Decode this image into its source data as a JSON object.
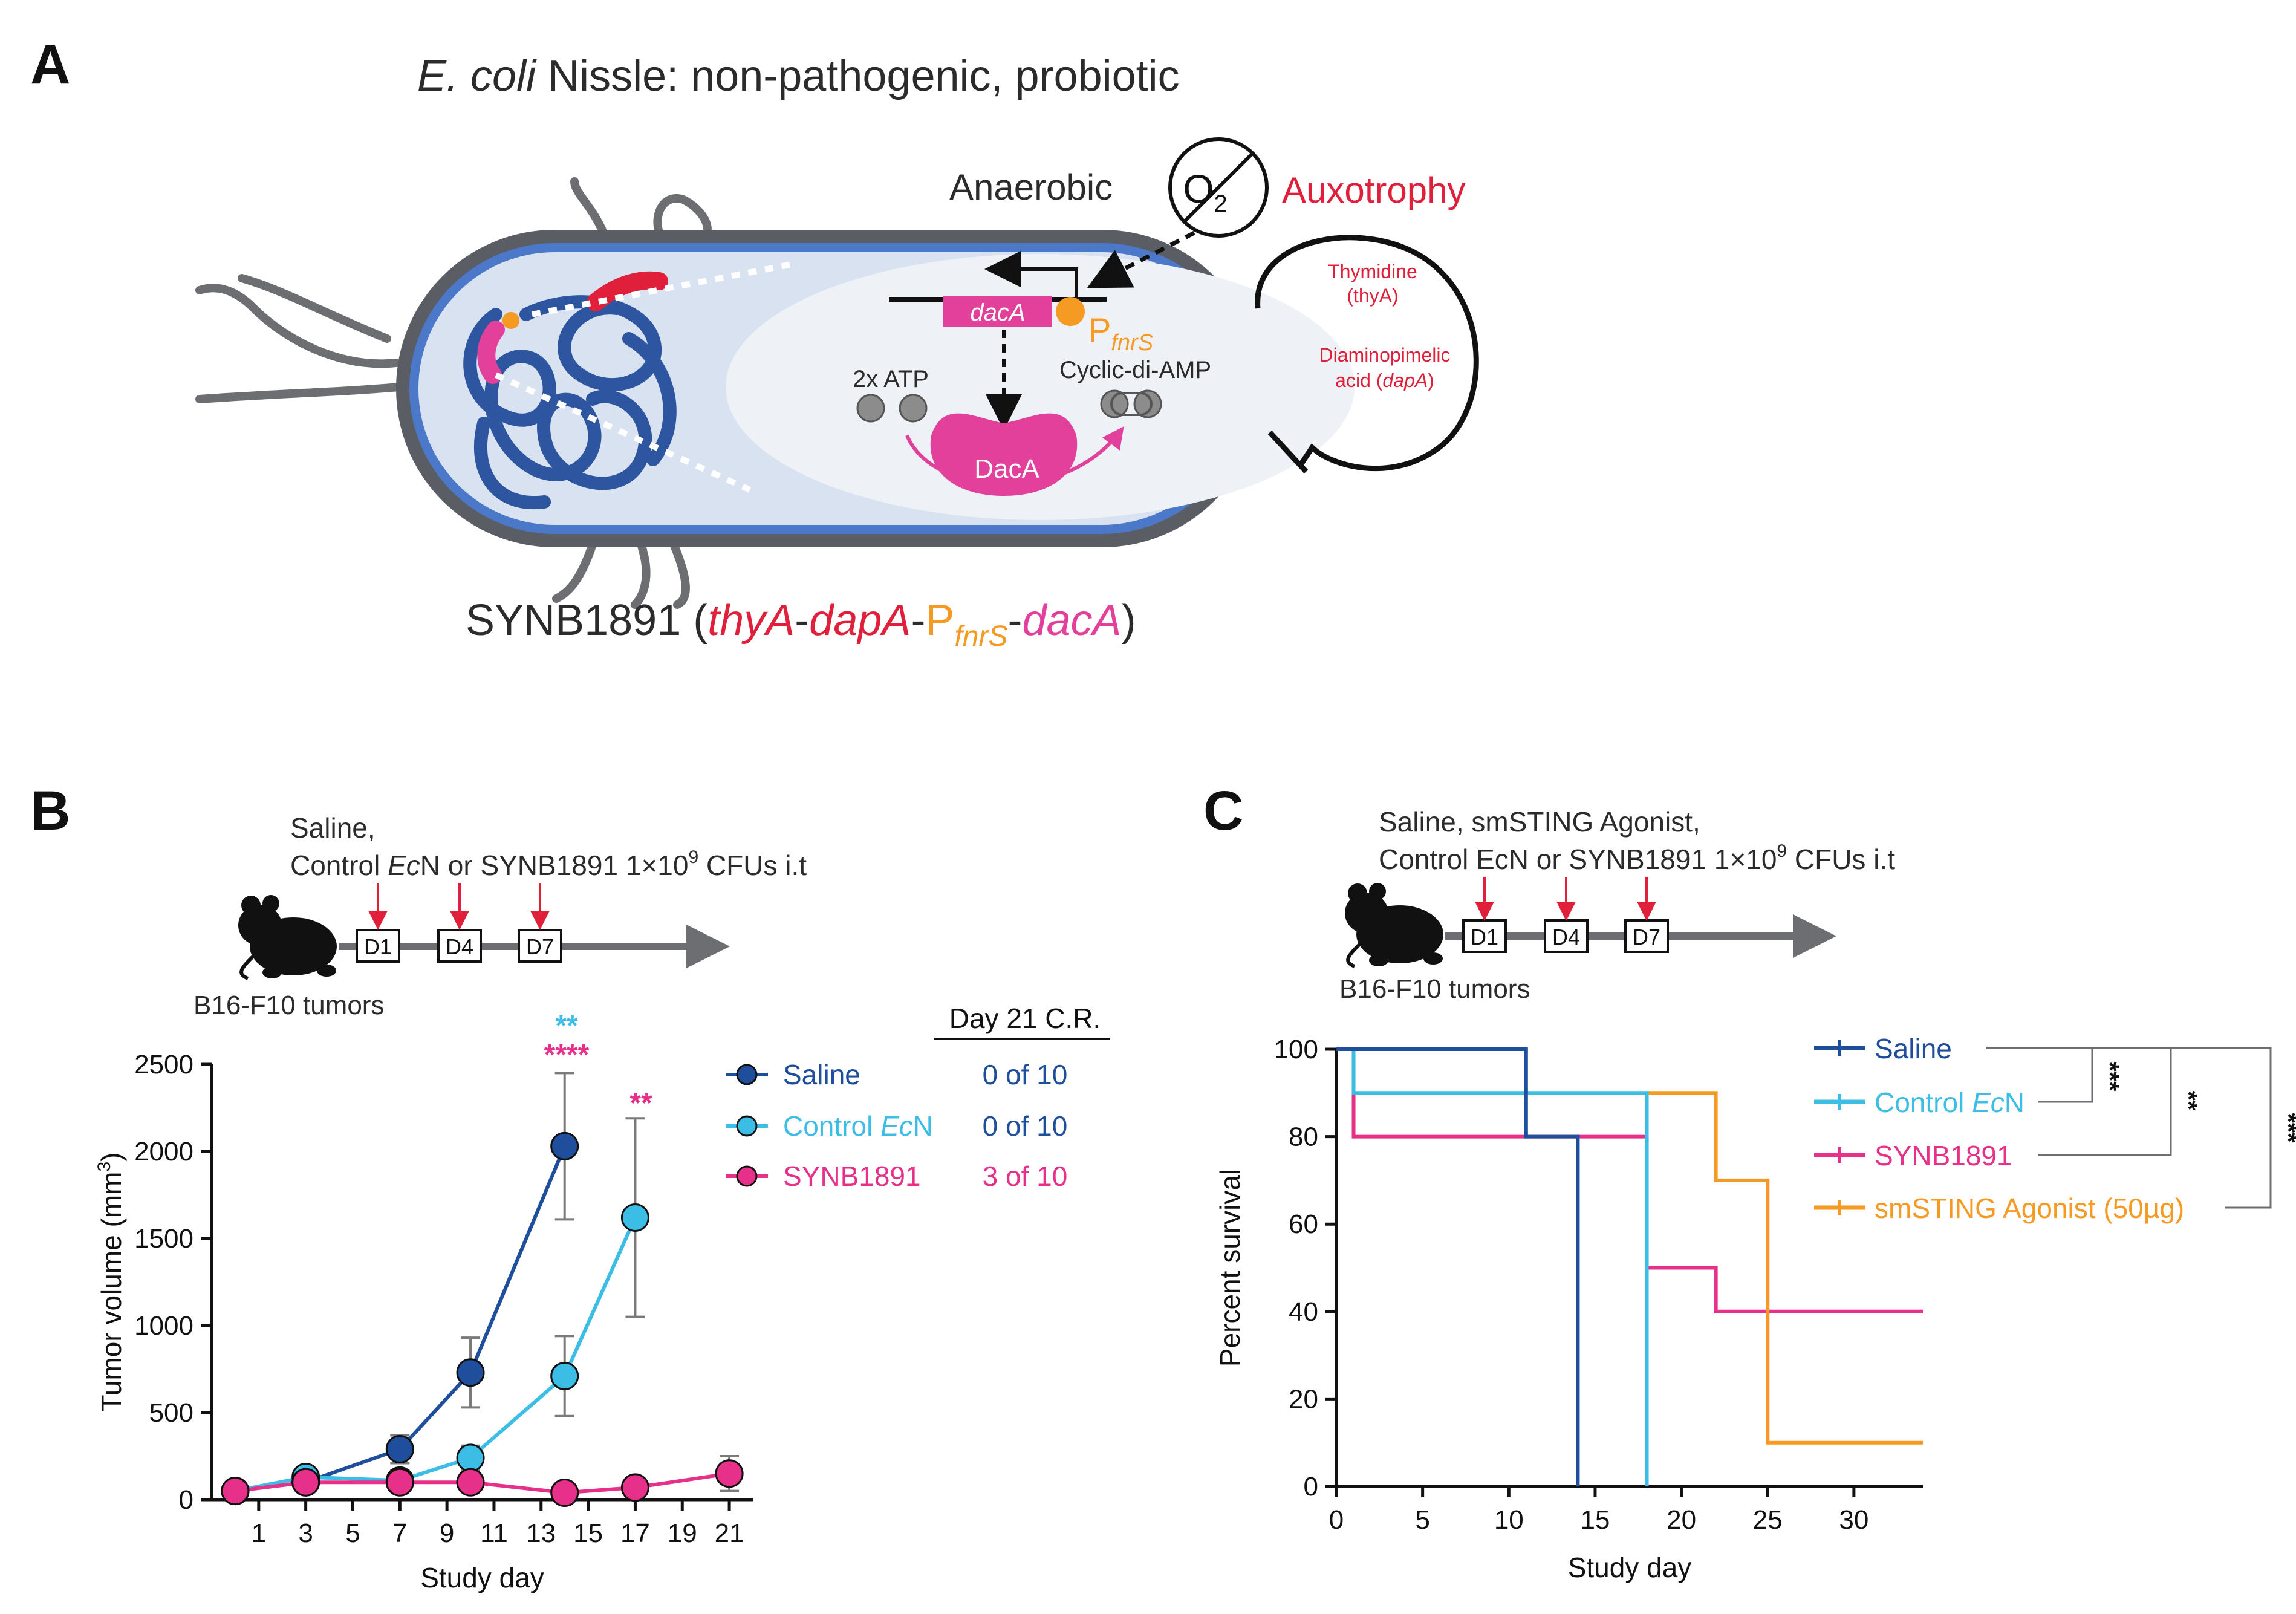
{
  "colors": {
    "saline": "#1f4e9c",
    "control": "#3bbde6",
    "synb": "#e7308a",
    "sting": "#f59a23",
    "red": "#e0203b",
    "orange": "#f59a23",
    "pink": "#e2409a",
    "cell_outer": "#5a5d63",
    "cell_blue": "#4b78c8",
    "cell_fill": "#d9e2f0",
    "dna": "#2d55a0",
    "grey": "#6d6e71"
  },
  "panelA": {
    "letter": "A",
    "title_italic": "E. coli",
    "title_rest": " Nissle: non-pathogenic, probiotic",
    "anaerobic": "Anaerobic",
    "o2": "O",
    "o2_sub": "2",
    "auxotrophy": "Auxotrophy",
    "thymidine": "Thymidine",
    "thya": "(thyA)",
    "diamino1": "Diaminopimelic",
    "diamino2_a": "acid (",
    "diamino2_b": "dapA",
    "diamino2_c": ")",
    "daca_gene": "dacA",
    "promoter_P": "P",
    "promoter_sub": "fnrS",
    "atp": "2x ATP",
    "cyclic": "Cyclic-di-AMP",
    "daca_protein": "DacA",
    "strain_name": "SYNB1891 (",
    "strain_thya": "thyA",
    "strain_dash1": "-",
    "strain_dapa": "dapA",
    "strain_dash2": "-",
    "strain_P": "P",
    "strain_Psub": "fnrS",
    "strain_dash3": "-",
    "strain_daca": "dacA",
    "strain_close": ")"
  },
  "panelB": {
    "letter": "B",
    "sched1": "Saline,",
    "sched2_a": "Control ",
    "sched2_b": "Ec",
    "sched2_c": "N or SYNB1891 1×10",
    "sched2_sup": "9",
    "sched2_d": " CFUs i.t",
    "days": [
      "D1",
      "D4",
      "D7"
    ],
    "tumor_label": "B16-F10 tumors",
    "cr_header": "Day 21 C.R.",
    "legend": [
      {
        "name": "Saline",
        "cr": "0 of 10"
      },
      {
        "name_a": "Control ",
        "name_b": "Ec",
        "name_c": "N",
        "cr": "0 of 10"
      },
      {
        "name": "SYNB1891",
        "cr": "3 of 10"
      }
    ],
    "sig_cyan": "**",
    "sig_pink1": "****",
    "sig_pink2": "**"
  },
  "panelC": {
    "letter": "C",
    "sched1": "Saline, smSTING Agonist,",
    "sched2_a": "Control EcN or SYNB1891 1×10",
    "sched2_sup": "9",
    "sched2_b": " CFUs i.t",
    "days": [
      "D1",
      "D4",
      "D7"
    ],
    "tumor_label": "B16-F10 tumors",
    "legend": [
      {
        "name": "Saline"
      },
      {
        "name_a": "Control ",
        "name_b": "Ec",
        "name_c": "N"
      },
      {
        "name": "SYNB1891"
      },
      {
        "name": "smSTING Agonist (50µg)"
      }
    ],
    "sig1": "***",
    "sig2": "**",
    "sig3": "***"
  },
  "chart_data": [
    {
      "type": "line",
      "xlabel": "Study day",
      "ylabel": "Tumor volume (mm",
      "ylabel_sup": "3",
      "ylabel_close": ")",
      "xlim": [
        -1,
        22
      ],
      "ylim": [
        0,
        2500
      ],
      "xticks": [
        1,
        3,
        5,
        7,
        9,
        11,
        13,
        15,
        17,
        19,
        21
      ],
      "yticks": [
        0,
        500,
        1000,
        1500,
        2000,
        2500
      ],
      "grid": false,
      "legend_position": "right",
      "series": [
        {
          "name": "Saline",
          "x": [
            0,
            3,
            7,
            10,
            14
          ],
          "y": [
            50,
            100,
            290,
            730,
            2030
          ],
          "err": [
            20,
            30,
            80,
            200,
            420
          ]
        },
        {
          "name": "Control EcN",
          "x": [
            0,
            3,
            7,
            10,
            14,
            17
          ],
          "y": [
            50,
            130,
            110,
            240,
            710,
            1620
          ],
          "err": [
            20,
            30,
            60,
            70,
            230,
            570
          ]
        },
        {
          "name": "SYNB1891",
          "x": [
            0,
            3,
            7,
            10,
            14,
            17,
            21
          ],
          "y": [
            50,
            100,
            100,
            100,
            40,
            70,
            150
          ],
          "err": [
            15,
            25,
            25,
            25,
            20,
            30,
            100
          ]
        }
      ]
    },
    {
      "type": "line",
      "xlabel": "Study day",
      "ylabel": "Percent survival",
      "xlim": [
        0,
        34
      ],
      "ylim": [
        0,
        100
      ],
      "xticks": [
        0,
        5,
        10,
        15,
        20,
        25,
        30
      ],
      "yticks": [
        0,
        20,
        40,
        60,
        80,
        100
      ],
      "grid": false,
      "legend_position": "top-right",
      "series": [
        {
          "name": "Saline",
          "x": [
            0,
            11,
            11,
            14,
            14
          ],
          "y": [
            100,
            100,
            80,
            80,
            0
          ]
        },
        {
          "name": "Control EcN",
          "x": [
            0,
            1,
            1,
            18,
            18
          ],
          "y": [
            100,
            100,
            90,
            90,
            0
          ]
        },
        {
          "name": "SYNB1891",
          "x": [
            1,
            1,
            18,
            18,
            22,
            22,
            34
          ],
          "y": [
            100,
            80,
            80,
            50,
            50,
            40,
            40
          ]
        },
        {
          "name": "smSTING Agonist (50µg)",
          "x": [
            18,
            22,
            22,
            25,
            25,
            34
          ],
          "y": [
            90,
            90,
            70,
            70,
            10,
            10
          ]
        }
      ]
    }
  ]
}
